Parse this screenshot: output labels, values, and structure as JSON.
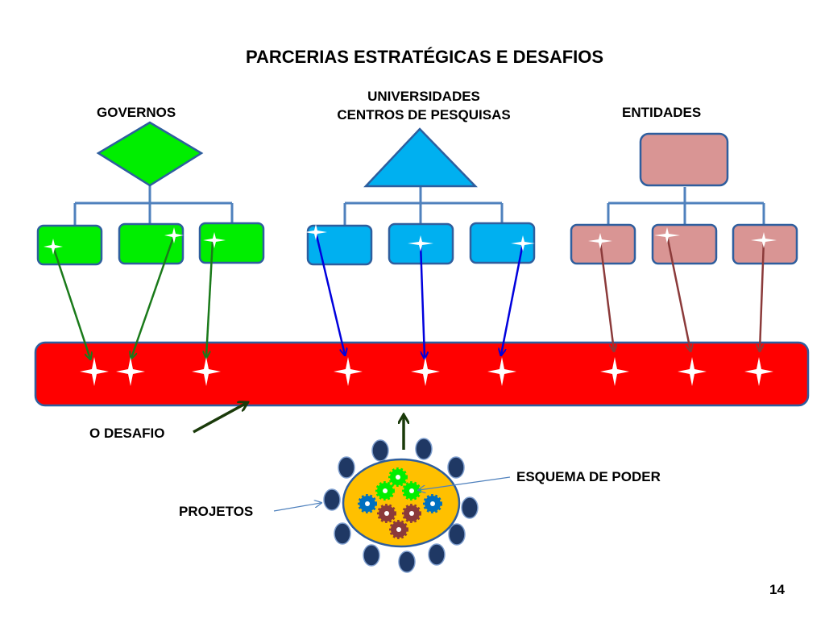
{
  "title": "PARCERIAS ESTRATÉGICAS E DESAFIOS",
  "groups": {
    "governos": {
      "label": "GOVERNOS",
      "color": "#00ee00",
      "arrow_color": "#1a7a1a"
    },
    "universidades": {
      "label_line1": "UNIVERSIDADES",
      "label_line2": "CENTROS DE PESQUISAS",
      "color": "#00b0f0",
      "arrow_color": "#0000dd"
    },
    "entidades": {
      "label": "ENTIDADES",
      "color": "#d99594",
      "arrow_color": "#8b3a3a"
    }
  },
  "challenge": {
    "label": "O DESAFIO",
    "color": "#ff0000"
  },
  "power_scheme": {
    "label": "ESQUEMA DE PODER",
    "color": "#ffc000"
  },
  "projects": {
    "label": "PROJETOS",
    "color": "#1f3864"
  },
  "page_number": "14"
}
